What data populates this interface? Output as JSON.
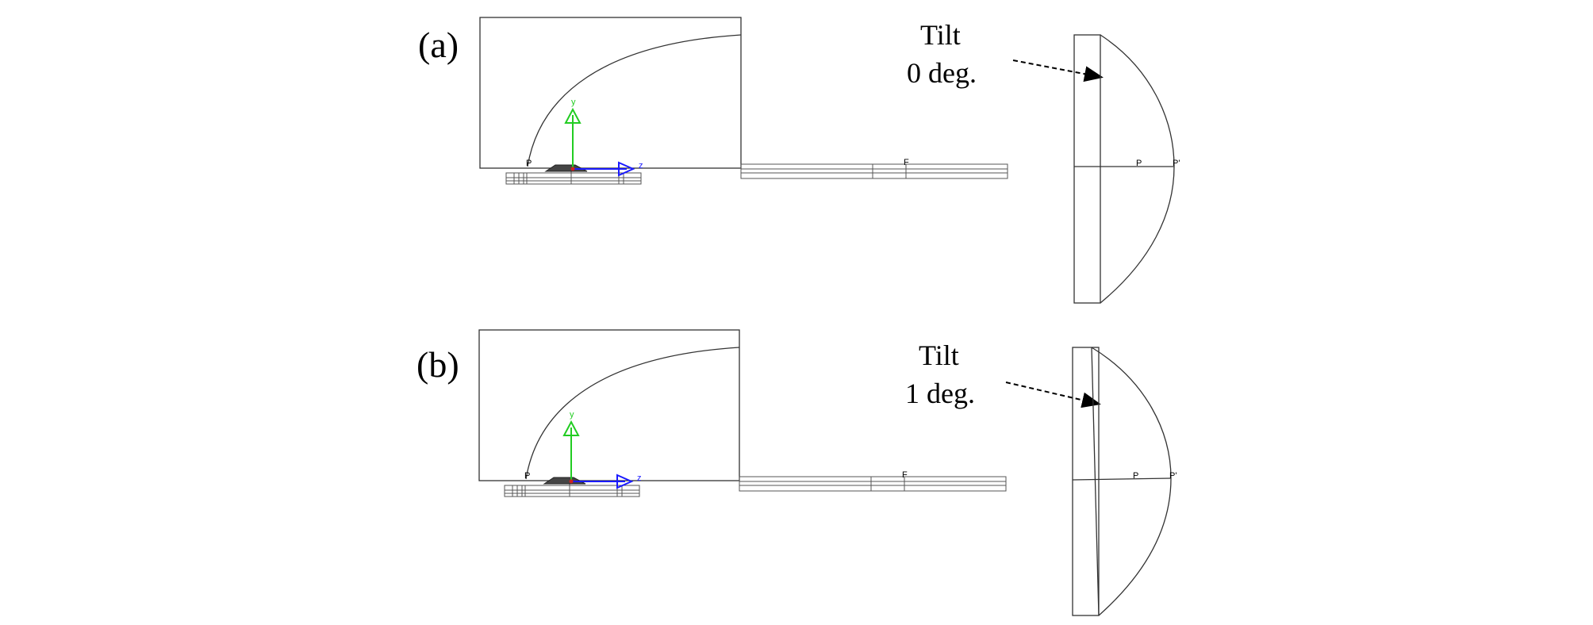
{
  "panels": [
    {
      "label": "(a)",
      "tilt_line1": "Tilt",
      "tilt_line2": "0 deg.",
      "tilt_deg": 0,
      "point_labels": {
        "p_left": "P",
        "f": "F",
        "p_right": "P",
        "p_prime": "P'"
      },
      "axis_labels": {
        "y": "y",
        "z": "z"
      }
    },
    {
      "label": "(b)",
      "tilt_line1": "Tilt",
      "tilt_line2": "1 deg.",
      "tilt_deg": 1,
      "point_labels": {
        "p_left": "P",
        "f": "F",
        "p_right": "P",
        "p_prime": "P'"
      },
      "axis_labels": {
        "y": "y",
        "z": "z"
      }
    }
  ],
  "colors": {
    "y_axis": "#22cc22",
    "z_axis": "#1a1aff",
    "origin": "#cc2222",
    "lines": "#333333"
  }
}
